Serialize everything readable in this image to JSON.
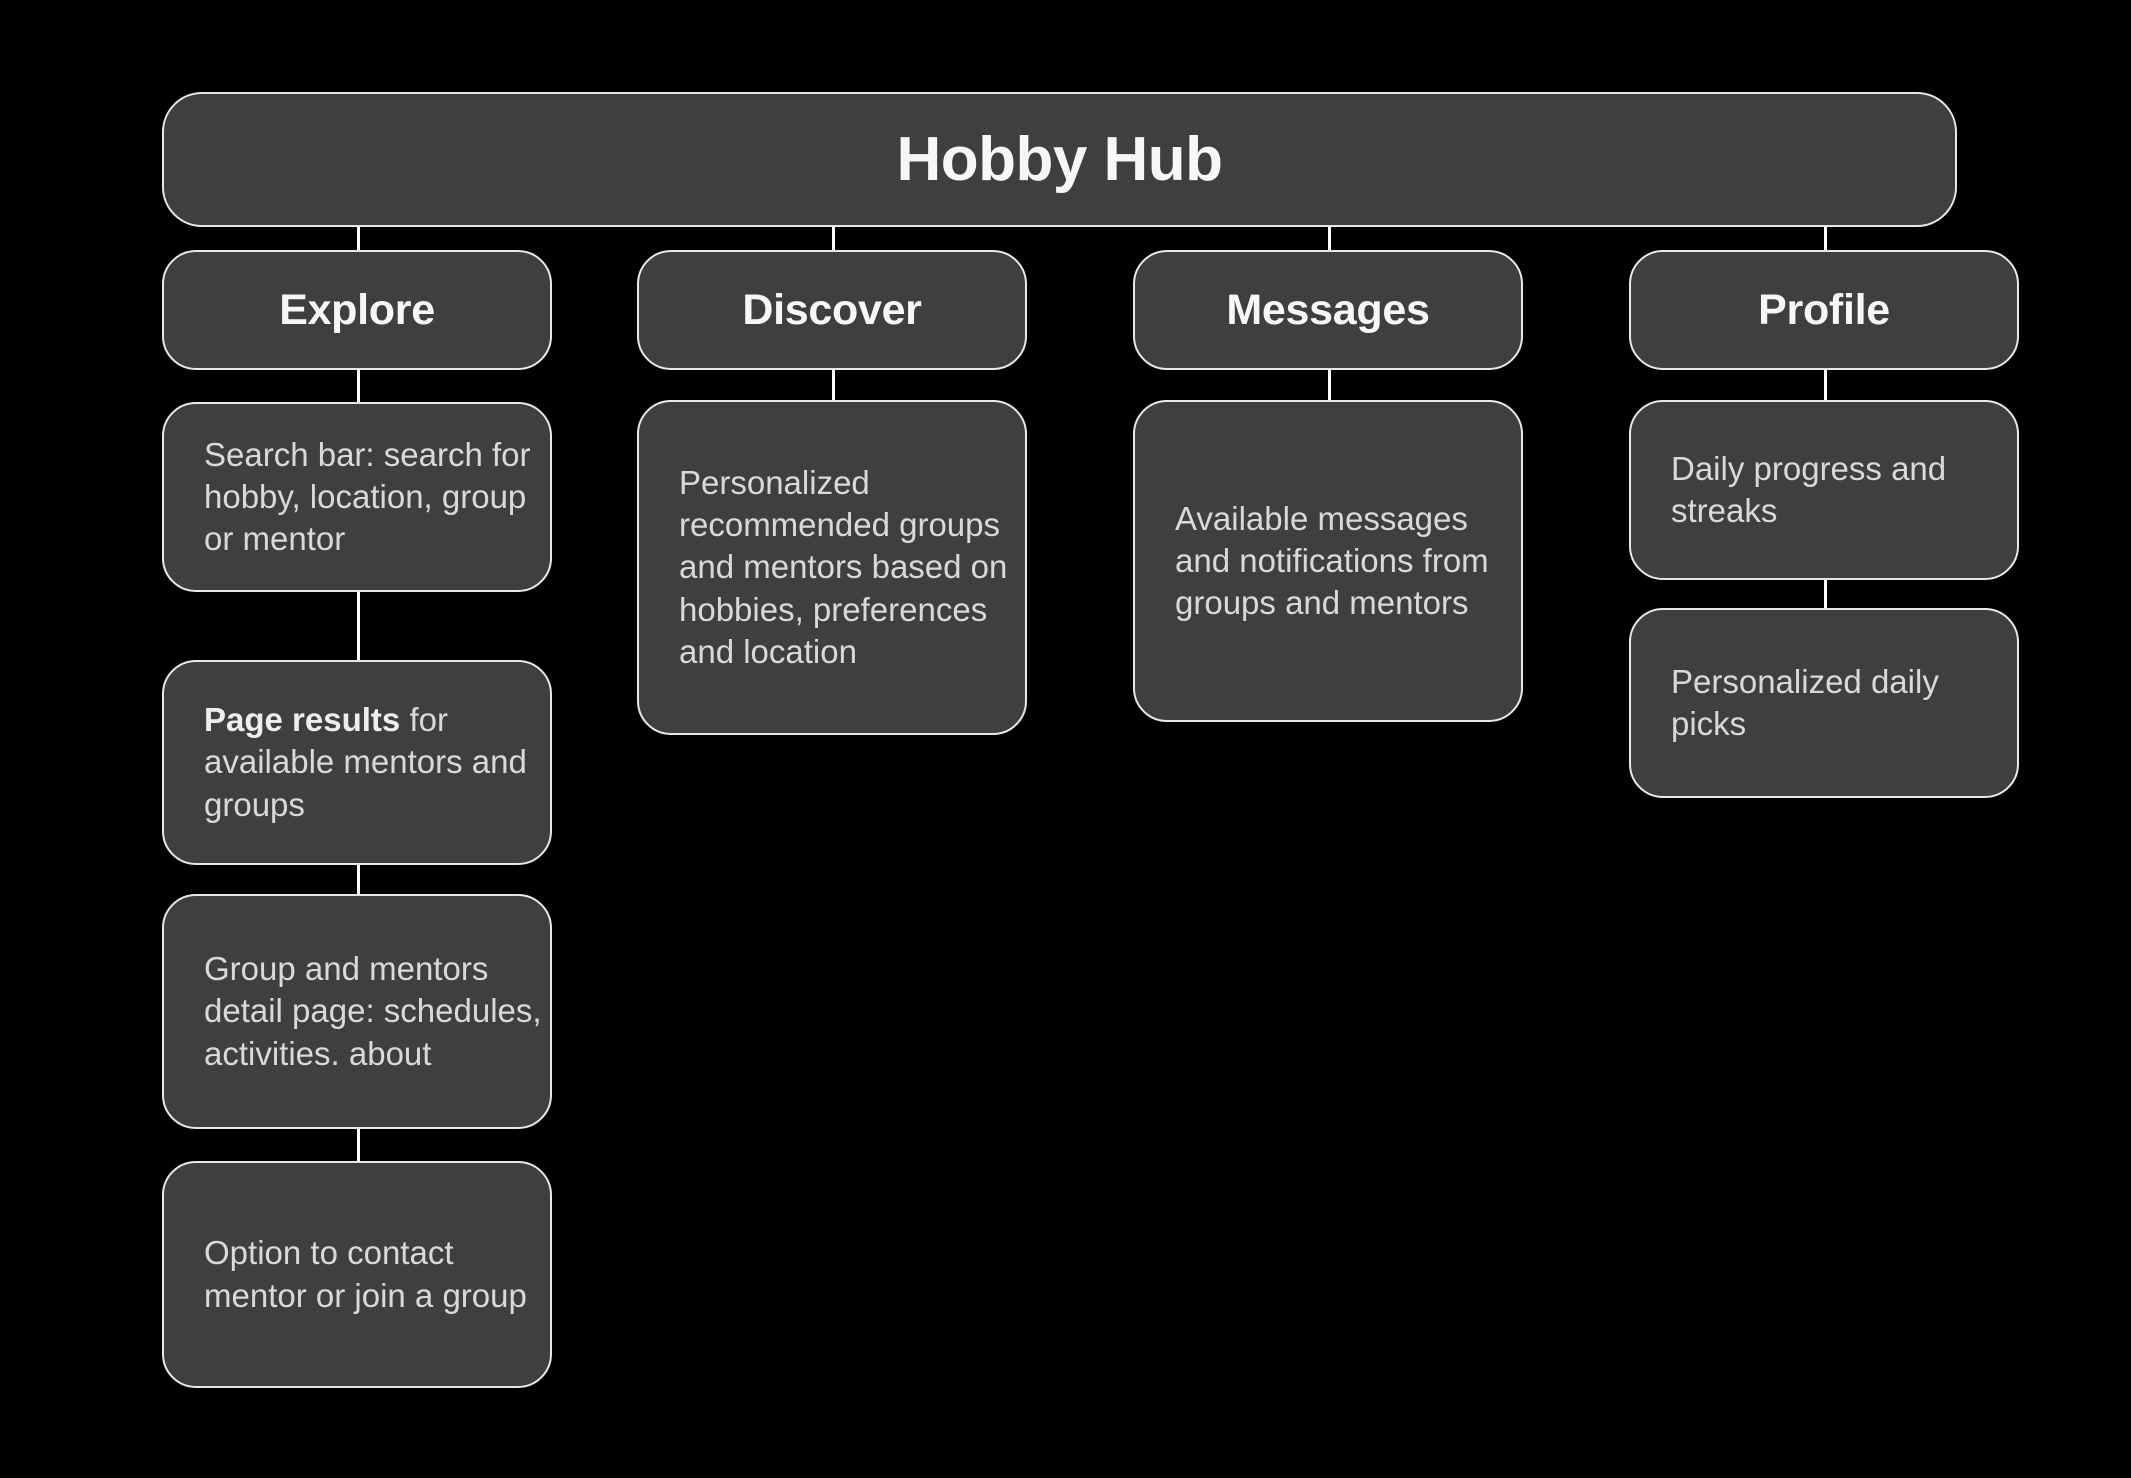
{
  "diagram": {
    "type": "site-map-tree",
    "background_color": "#000000",
    "node_color": "#3f3f3f",
    "border_color": "#e8e8e8",
    "title_text_color": "#f7f7f7",
    "body_text_color": "#d9d9d9",
    "root": {
      "label": "Hobby Hub"
    },
    "columns": [
      {
        "header": "Explore",
        "children": [
          {
            "text": "Search bar: search for hobby, location, group or mentor",
            "bold_prefix": ""
          },
          {
            "text": "for available mentors and groups",
            "bold_prefix": "Page results"
          },
          {
            "text": "Group and mentors detail page: schedules, activities. about",
            "bold_prefix": ""
          },
          {
            "text": "Option to contact mentor or join a group",
            "bold_prefix": ""
          }
        ]
      },
      {
        "header": "Discover",
        "children": [
          {
            "text": "Personalized recommended groups and mentors based on hobbies, preferences and location",
            "bold_prefix": ""
          }
        ]
      },
      {
        "header": "Messages",
        "children": [
          {
            "text": "Available messages and notifications from groups and mentors",
            "bold_prefix": ""
          }
        ]
      },
      {
        "header": "Profile",
        "children": [
          {
            "text": "Daily progress and streaks",
            "bold_prefix": ""
          },
          {
            "text": "Personalized daily picks",
            "bold_prefix": ""
          }
        ]
      }
    ]
  }
}
